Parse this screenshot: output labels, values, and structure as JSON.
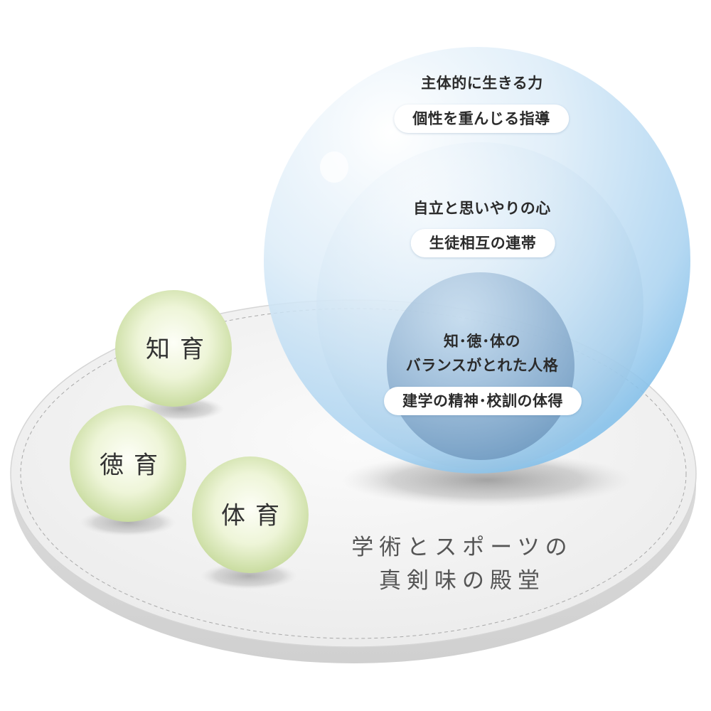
{
  "diagram": {
    "spheres": {
      "outer": {
        "heading": "主体的に生きる力",
        "pill": "個性を重んじる指導"
      },
      "middle": {
        "heading": "自立と思いやりの心",
        "pill": "生徒相互の連帯"
      },
      "inner": {
        "heading_line1": "知･徳･体の",
        "heading_line2": "バランスがとれた人格",
        "pill": "建学の精神･校訓の体得"
      }
    },
    "orbs": [
      {
        "label": "知育"
      },
      {
        "label": "徳育"
      },
      {
        "label": "体育"
      }
    ],
    "base": {
      "motto_line1": "学術とスポーツの",
      "motto_line2": "真剣味の殿堂"
    }
  },
  "colors": {
    "sphere_light": "#f2f8fd",
    "sphere_mid": "#bfdcf2",
    "sphere_edge": "#8cc4ea",
    "inner_sphere": "#7ea3c4",
    "orb_center": "#fbfdf2",
    "orb_edge": "#cfe0a6",
    "base_top": "#f3f3f3",
    "base_side": "#dcdcdc"
  }
}
